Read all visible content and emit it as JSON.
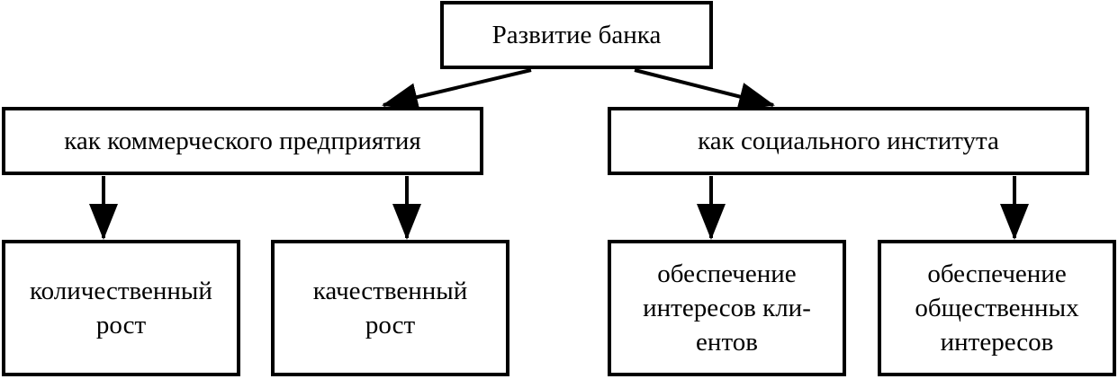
{
  "root": {
    "label": "Развитие банка"
  },
  "branches": [
    {
      "label": "как коммерческого предприятия",
      "children": [
        {
          "lines": [
            "количественный",
            "рост"
          ]
        },
        {
          "lines": [
            "качественный",
            "рост"
          ]
        }
      ]
    },
    {
      "label": "как социального института",
      "children": [
        {
          "lines": [
            "обеспечение",
            "интересов кли-",
            "ентов"
          ]
        },
        {
          "lines": [
            "обеспечение",
            "общественных",
            "интересов"
          ]
        }
      ]
    }
  ]
}
